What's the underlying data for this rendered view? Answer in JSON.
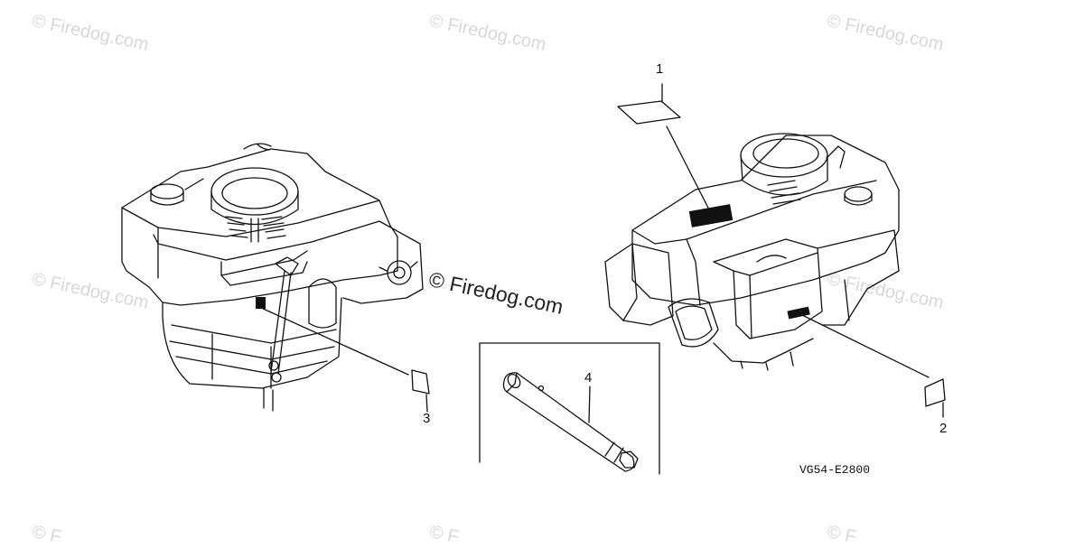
{
  "watermark_text": "© Firedog.com",
  "watermark_partial": "© F",
  "center_watermark": "© Firedog.com",
  "callouts": {
    "c1": "1",
    "c2": "2",
    "c3": "3",
    "c4": "4"
  },
  "diagram_code": "VG54-E2800"
}
